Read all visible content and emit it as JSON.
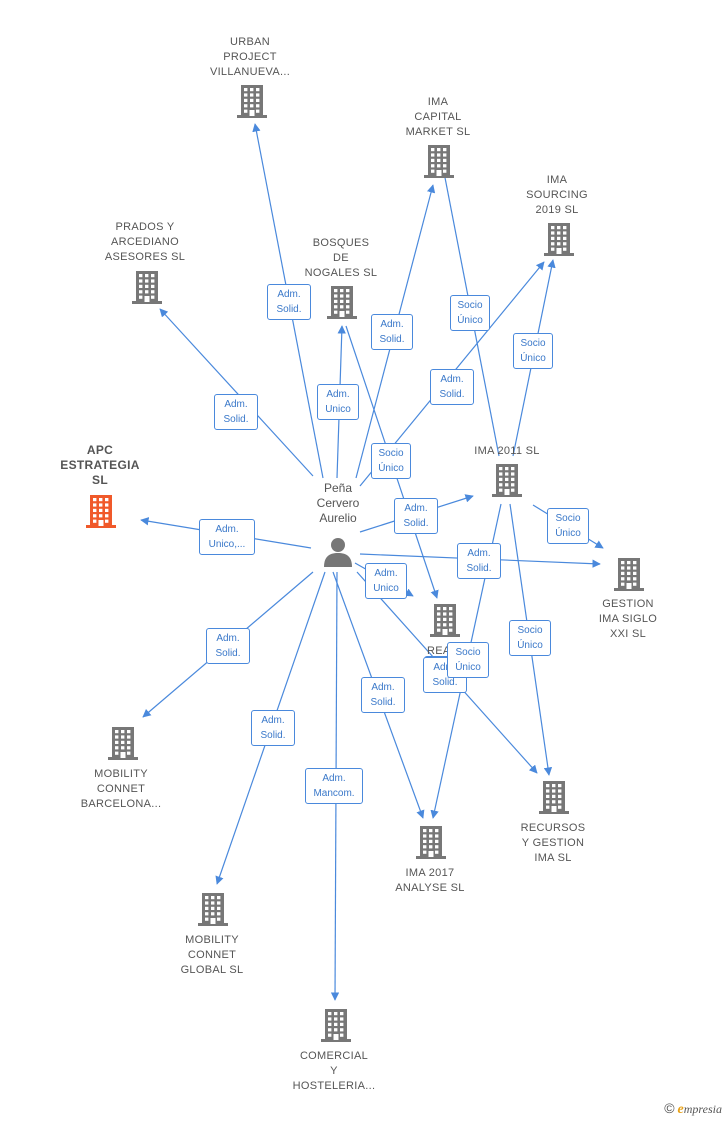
{
  "center": {
    "label": "Peña\nCervero\nAurelio"
  },
  "nodes": [
    {
      "id": "urban",
      "label": "URBAN\nPROJECT\nVILLANUEVA...",
      "focus": false
    },
    {
      "id": "ima_capital",
      "label": "IMA\nCAPITAL\nMARKET  SL",
      "focus": false
    },
    {
      "id": "ima_sourcing",
      "label": "IMA\nSOURCING\n2019  SL",
      "focus": false
    },
    {
      "id": "prados",
      "label": "PRADOS Y\nARCEDIANO\nASESORES SL",
      "focus": false
    },
    {
      "id": "bosques",
      "label": "BOSQUES\nDE\nNOGALES SL",
      "focus": false
    },
    {
      "id": "apc",
      "label": "APC\nESTRATEGIA\nSL",
      "focus": true
    },
    {
      "id": "ima2011",
      "label": "IMA 2011 SL",
      "focus": false
    },
    {
      "id": "gestion",
      "label": "GESTION\nIMA SIGLO\nXXI  SL",
      "focus": false
    },
    {
      "id": "real",
      "label": "REAL\nSIG...",
      "focus": false
    },
    {
      "id": "mob_bcn",
      "label": "MOBILITY\nCONNET\nBARCELONA...",
      "focus": false
    },
    {
      "id": "recursos",
      "label": "RECURSOS\nY GESTION\nIMA SL",
      "focus": false
    },
    {
      "id": "ima2017",
      "label": "IMA 2017\nANALYSE  SL",
      "focus": false
    },
    {
      "id": "mob_global",
      "label": "MOBILITY\nCONNET\nGLOBAL  SL",
      "focus": false
    },
    {
      "id": "comercial",
      "label": "COMERCIAL\nY\nHOSTELERIA...",
      "focus": false
    }
  ],
  "edges": [
    {
      "label": "Adm.\nSolid."
    },
    {
      "label": "Adm.\nSolid."
    },
    {
      "label": "Adm.\nSolid."
    },
    {
      "label": "Adm.\nSolid."
    },
    {
      "label": "Adm.\nUnico"
    },
    {
      "label": "Adm.\nUnico,..."
    },
    {
      "label": "Adm.\nSolid."
    },
    {
      "label": "Adm.\nSolid."
    },
    {
      "label": "Adm.\nUnico"
    },
    {
      "label": "Adm.\nSolid."
    },
    {
      "label": "Adm.\nSolid."
    },
    {
      "label": "Adm.\nSolid."
    },
    {
      "label": "Adm.\nSolid."
    },
    {
      "label": "Adm.\nMancom."
    },
    {
      "label": "Socio\nÚnico"
    },
    {
      "label": "Socio\nÚnico"
    },
    {
      "label": "Socio\nÚnico"
    },
    {
      "label": "Socio\nÚnico"
    },
    {
      "label": "Socio\nÚnico"
    },
    {
      "label": "Socio\nÚnico"
    },
    {
      "label": "Adm.\nSolid."
    }
  ],
  "colors": {
    "node": "#777777",
    "focus": "#f0592a",
    "edge": "#4a89dc"
  },
  "icons": {
    "company": "building-icon",
    "person": "person-icon"
  },
  "brand": {
    "copyright": "©",
    "initial": "e",
    "name": "mpresia"
  }
}
